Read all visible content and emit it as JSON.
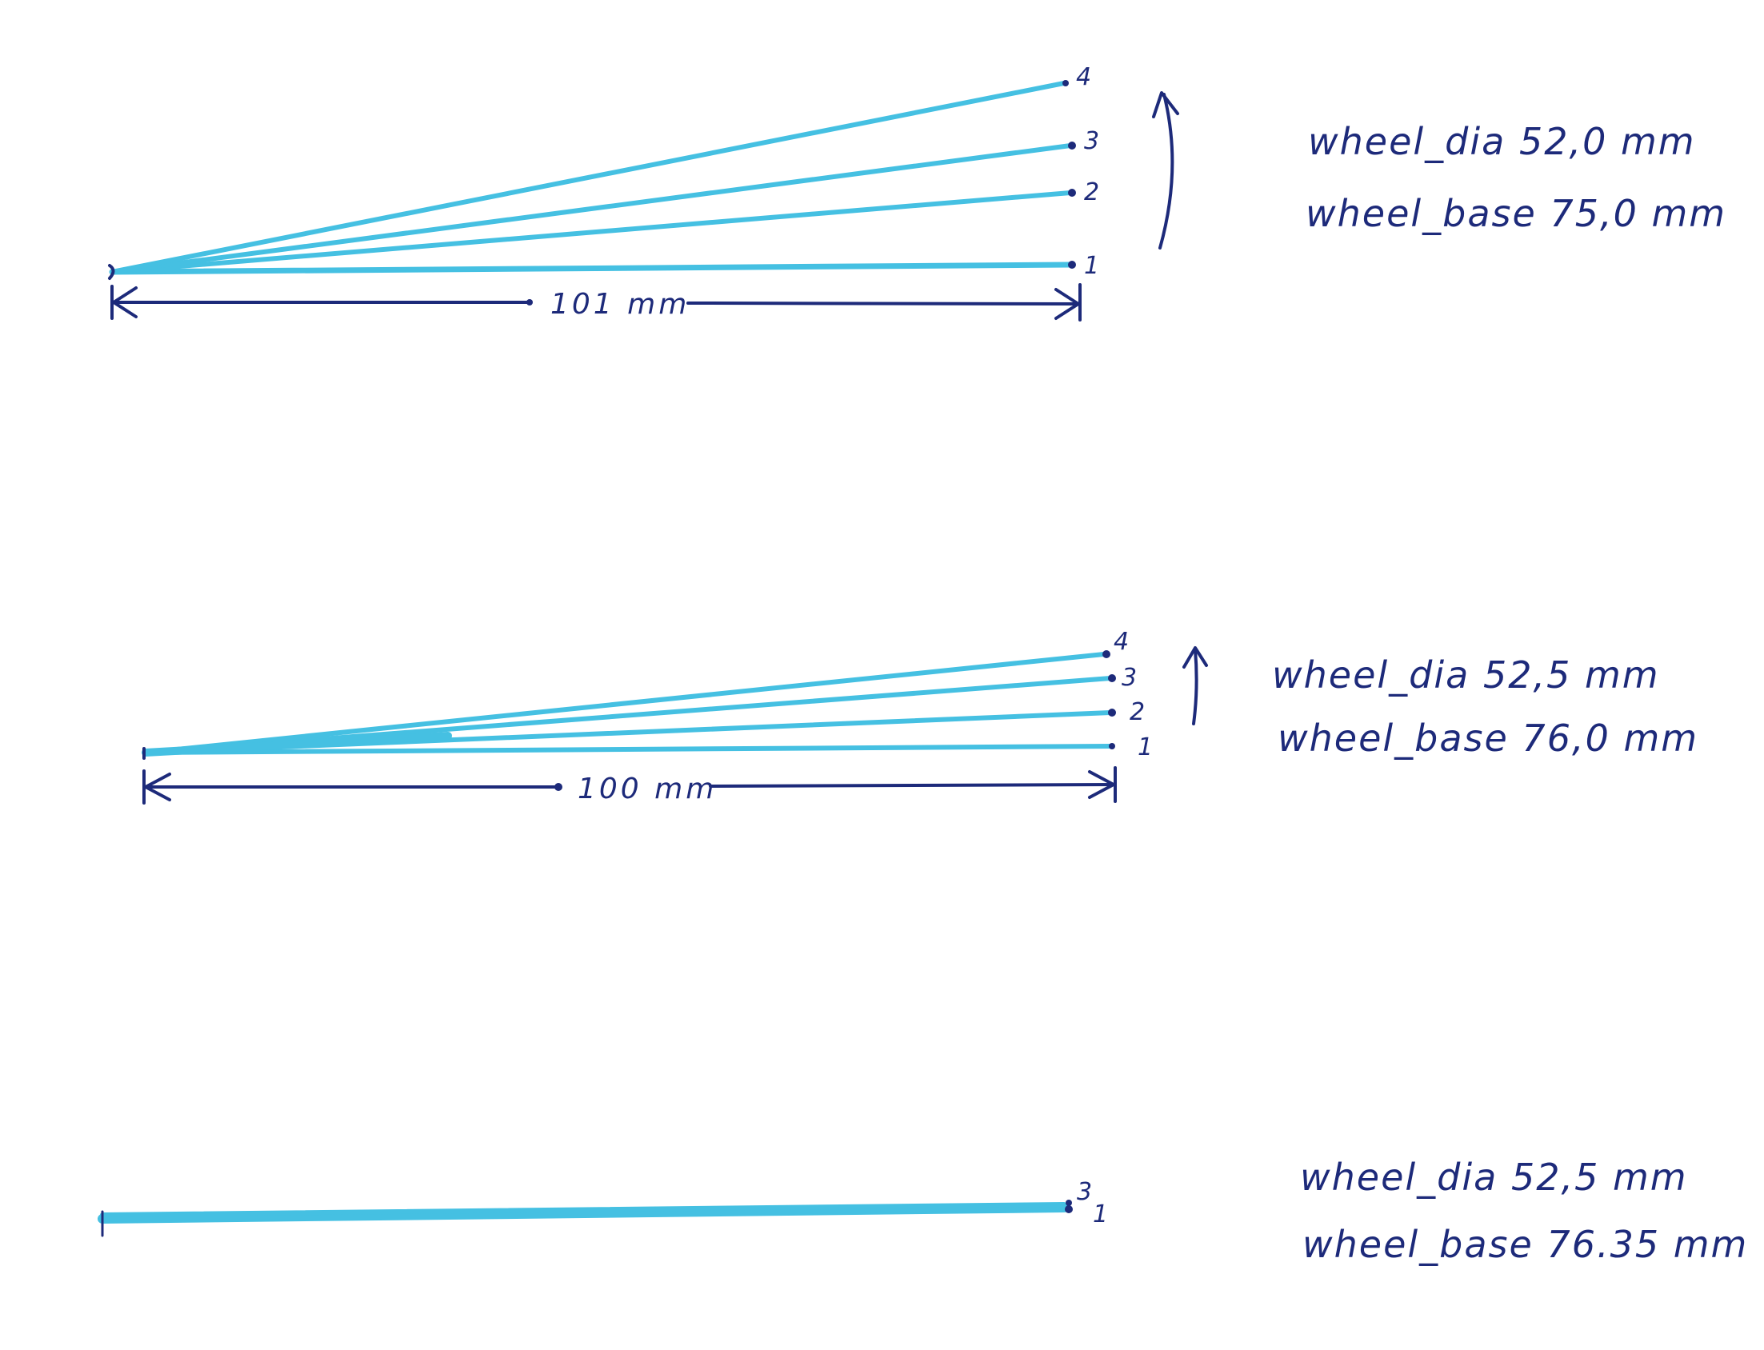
{
  "panels": [
    {
      "wheel_dia_note": "wheel_dia 52,0 mm",
      "wheel_base_note": "wheel_base 75,0 mm",
      "distance_label": "101 mm",
      "point_labels": [
        "1",
        "2",
        "3",
        "4"
      ]
    },
    {
      "wheel_dia_note": "wheel_dia 52,5 mm",
      "wheel_base_note": "wheel_base 76,0 mm",
      "distance_label": "100 mm",
      "point_labels": [
        "1",
        "2",
        "3",
        "4"
      ]
    },
    {
      "wheel_dia_note": "wheel_dia 52,5 mm",
      "wheel_base_note": "wheel_base 76.35 mm",
      "point_labels": [
        "3",
        "1"
      ]
    }
  ],
  "colors": {
    "trace": "#45c0e2",
    "ink": "#1d2a7a"
  }
}
